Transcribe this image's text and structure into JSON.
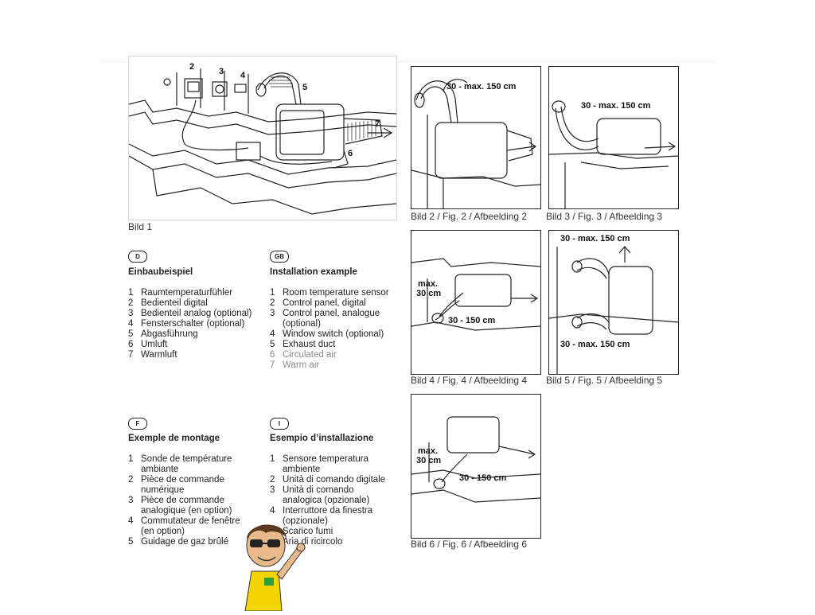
{
  "figures": {
    "fig1": {
      "caption": "Bild 1",
      "labels": [
        "2",
        "3",
        "4",
        "5",
        "6",
        "7"
      ]
    },
    "fig2": {
      "caption": "Bild 2 / Fig. 2 / Afbeelding 2",
      "dim": "30 - max. 150 cm"
    },
    "fig3": {
      "caption": "Bild 3 / Fig. 3 / Afbeelding 3",
      "dim": "30 - max. 150 cm"
    },
    "fig4": {
      "caption": "Bild 4 / Fig. 4 / Afbeelding 4",
      "dim_a_1": "max.",
      "dim_a_2": "30 cm",
      "dim_b": "30 - 150 cm"
    },
    "fig5": {
      "caption": "Bild 5 / Fig. 5 / Afbeelding 5",
      "dim_top": "30 - max. 150 cm",
      "dim_bottom": "30 - max. 150 cm"
    },
    "fig6": {
      "caption": "Bild 6 / Fig. 6 / Afbeelding 6",
      "dim_a_1": "max.",
      "dim_a_2": "30 cm",
      "dim_b": "30 - 150 cm"
    }
  },
  "sections": {
    "de": {
      "badge": "D",
      "title": "Einbaubeispiel",
      "items": [
        {
          "n": "1",
          "t": "Raumtemperaturfühler"
        },
        {
          "n": "2",
          "t": "Bedienteil digital"
        },
        {
          "n": "3",
          "t": "Bedienteil analog (optional)"
        },
        {
          "n": "4",
          "t": "Fensterschalter (optional)"
        },
        {
          "n": "5",
          "t": "Abgasführung"
        },
        {
          "n": "6",
          "t": "Umluft"
        },
        {
          "n": "7",
          "t": "Warmluft"
        }
      ]
    },
    "gb": {
      "badge": "GB",
      "title": "Installation example",
      "items": [
        {
          "n": "1",
          "t": "Room temperature sensor"
        },
        {
          "n": "2",
          "t": "Control panel, digital"
        },
        {
          "n": "3",
          "t": "Control panel, analogue"
        },
        {
          "n": "",
          "t": "(optional)"
        },
        {
          "n": "4",
          "t": "Window switch (optional)"
        },
        {
          "n": "5",
          "t": "Exhaust duct"
        },
        {
          "n": "6",
          "t": "Circulated air"
        },
        {
          "n": "7",
          "t": "Warm air"
        }
      ]
    },
    "fr": {
      "badge": "F",
      "title": "Exemple de montage",
      "items": [
        {
          "n": "1",
          "t": "Sonde de température"
        },
        {
          "n": "",
          "t": "ambiante"
        },
        {
          "n": "2",
          "t": "Pièce de commande"
        },
        {
          "n": "",
          "t": "numérique"
        },
        {
          "n": "3",
          "t": "Pièce de commande"
        },
        {
          "n": "",
          "t": "analogique (en option)"
        },
        {
          "n": "4",
          "t": "Commutateur de fenêtre"
        },
        {
          "n": "",
          "t": "(en option)"
        },
        {
          "n": "5",
          "t": "Guidage de gaz brûlé"
        }
      ]
    },
    "it": {
      "badge": "I",
      "title": "Esempio d’installazione",
      "items": [
        {
          "n": "1",
          "t": "Sensore temperatura"
        },
        {
          "n": "",
          "t": "ambiente"
        },
        {
          "n": "2",
          "t": "Unità di comando digitale"
        },
        {
          "n": "3",
          "t": "Unità di comando"
        },
        {
          "n": "",
          "t": "analogica (opzionale)"
        },
        {
          "n": "4",
          "t": "Interruttore da finestra"
        },
        {
          "n": "",
          "t": "(opzionale)"
        },
        {
          "n": "",
          "t": "Scarico fumi"
        },
        {
          "n": "",
          "t": "Aria di ricircolo"
        }
      ]
    }
  }
}
